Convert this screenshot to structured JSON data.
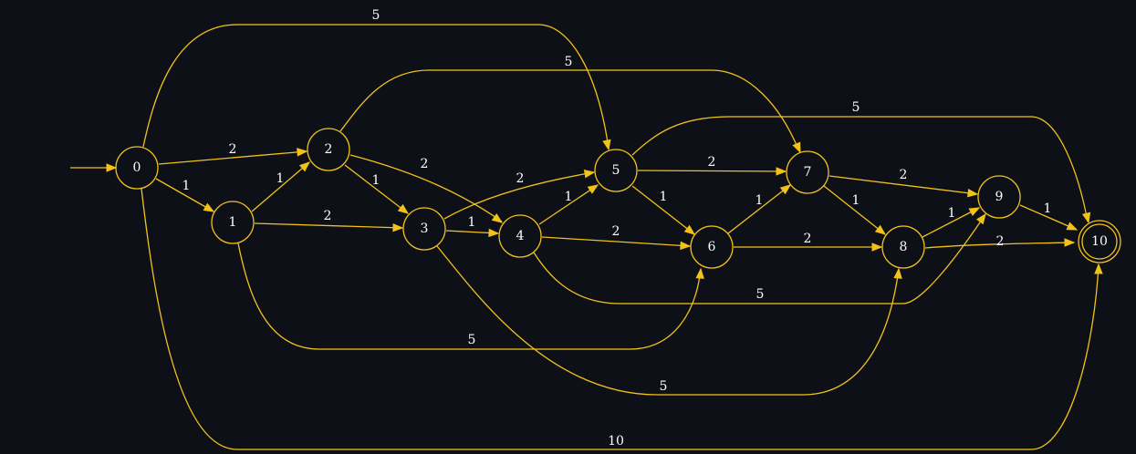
{
  "graph": {
    "nodes": [
      {
        "id": "0",
        "label": "0",
        "accept": false
      },
      {
        "id": "1",
        "label": "1",
        "accept": false
      },
      {
        "id": "2",
        "label": "2",
        "accept": false
      },
      {
        "id": "3",
        "label": "3",
        "accept": false
      },
      {
        "id": "4",
        "label": "4",
        "accept": false
      },
      {
        "id": "5",
        "label": "5",
        "accept": false
      },
      {
        "id": "6",
        "label": "6",
        "accept": false
      },
      {
        "id": "7",
        "label": "7",
        "accept": false
      },
      {
        "id": "8",
        "label": "8",
        "accept": false
      },
      {
        "id": "9",
        "label": "9",
        "accept": false
      },
      {
        "id": "10",
        "label": "10",
        "accept": true
      }
    ],
    "start_node": "0",
    "edges": [
      {
        "from": "0",
        "to": "2",
        "label": "2"
      },
      {
        "from": "0",
        "to": "1",
        "label": "1"
      },
      {
        "from": "0",
        "to": "5",
        "label": "5"
      },
      {
        "from": "0",
        "to": "10",
        "label": "10"
      },
      {
        "from": "1",
        "to": "2",
        "label": "1"
      },
      {
        "from": "1",
        "to": "3",
        "label": "2"
      },
      {
        "from": "1",
        "to": "6",
        "label": "5"
      },
      {
        "from": "2",
        "to": "3",
        "label": "1"
      },
      {
        "from": "2",
        "to": "4",
        "label": "2"
      },
      {
        "from": "2",
        "to": "7",
        "label": "5"
      },
      {
        "from": "3",
        "to": "4",
        "label": "1"
      },
      {
        "from": "3",
        "to": "5",
        "label": "2"
      },
      {
        "from": "3",
        "to": "8",
        "label": "5"
      },
      {
        "from": "4",
        "to": "5",
        "label": "1"
      },
      {
        "from": "4",
        "to": "6",
        "label": "2"
      },
      {
        "from": "4",
        "to": "9",
        "label": "5"
      },
      {
        "from": "5",
        "to": "6",
        "label": "1"
      },
      {
        "from": "5",
        "to": "7",
        "label": "2"
      },
      {
        "from": "5",
        "to": "10",
        "label": "5"
      },
      {
        "from": "6",
        "to": "7",
        "label": "1"
      },
      {
        "from": "6",
        "to": "8",
        "label": "2"
      },
      {
        "from": "7",
        "to": "8",
        "label": "1"
      },
      {
        "from": "7",
        "to": "9",
        "label": "2"
      },
      {
        "from": "8",
        "to": "9",
        "label": "1"
      },
      {
        "from": "8",
        "to": "10",
        "label": "2"
      },
      {
        "from": "9",
        "to": "10",
        "label": "1"
      }
    ]
  },
  "colors": {
    "background": "#0d1017",
    "edge": "#f2c21a",
    "text": "#ffffff"
  }
}
